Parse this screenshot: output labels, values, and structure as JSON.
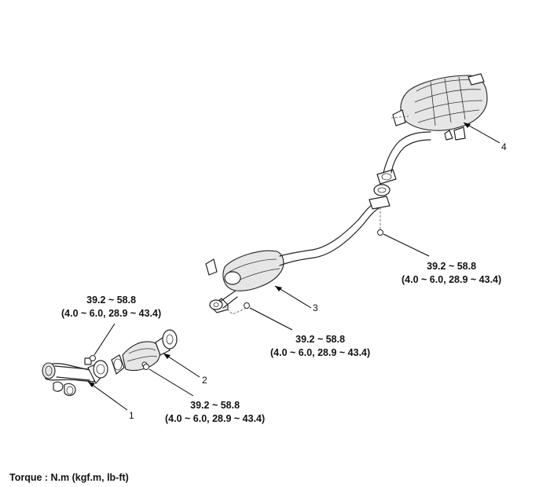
{
  "torque_specs": [
    {
      "nm": "39.2 ~ 58.8",
      "alt": "(4.0 ~ 6.0, 28.9 ~ 43.4)"
    },
    {
      "nm": "39.2 ~ 58.8",
      "alt": "(4.0 ~ 6.0, 28.9 ~ 43.4)"
    },
    {
      "nm": "39.2 ~ 58.8",
      "alt": "(4.0 ~ 6.0, 28.9 ~ 43.4)"
    },
    {
      "nm": "39.2 ~ 58.8",
      "alt": "(4.0 ~ 6.0, 28.9 ~ 43.4)"
    }
  ],
  "callouts": [
    "1",
    "2",
    "3",
    "4"
  ],
  "legend": "Torque : N.m (kgf.m, lb-ft)"
}
